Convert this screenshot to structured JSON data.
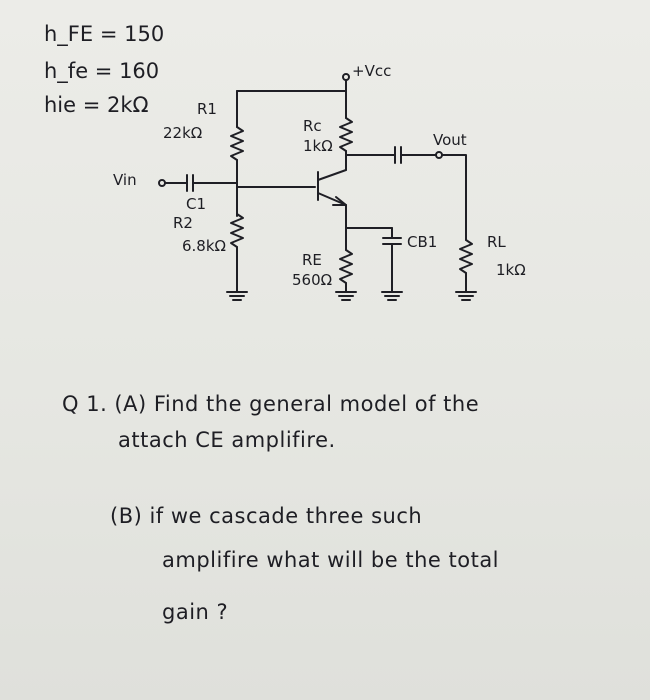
{
  "params": {
    "hfe_dc": "h_FE = 150",
    "hfe_ac": "h_fe = 160",
    "hie": "hie = 2kΩ"
  },
  "circuit": {
    "vcc": "+Vcc",
    "vin": "Vin",
    "vout": "Vout",
    "c1": "C1",
    "r1_name": "R1",
    "r1_value": "22kΩ",
    "r2_name": "R2",
    "r2_value": "6.8kΩ",
    "rc_name": "Rc",
    "rc_value": "1kΩ",
    "re_name": "RE",
    "re_value": "560Ω",
    "cb1": "CB1",
    "rl_name": "RL",
    "rl_value": "1kΩ"
  },
  "questions": {
    "q1a_line1": "Q 1. (A)  Find the general model of the",
    "q1a_line2": "attach CE amplifire.",
    "q1b_line1": "(B) if  we  cascade  three such",
    "q1b_line2": "amplifire what will be the total",
    "q1b_line3": "gain ?"
  }
}
